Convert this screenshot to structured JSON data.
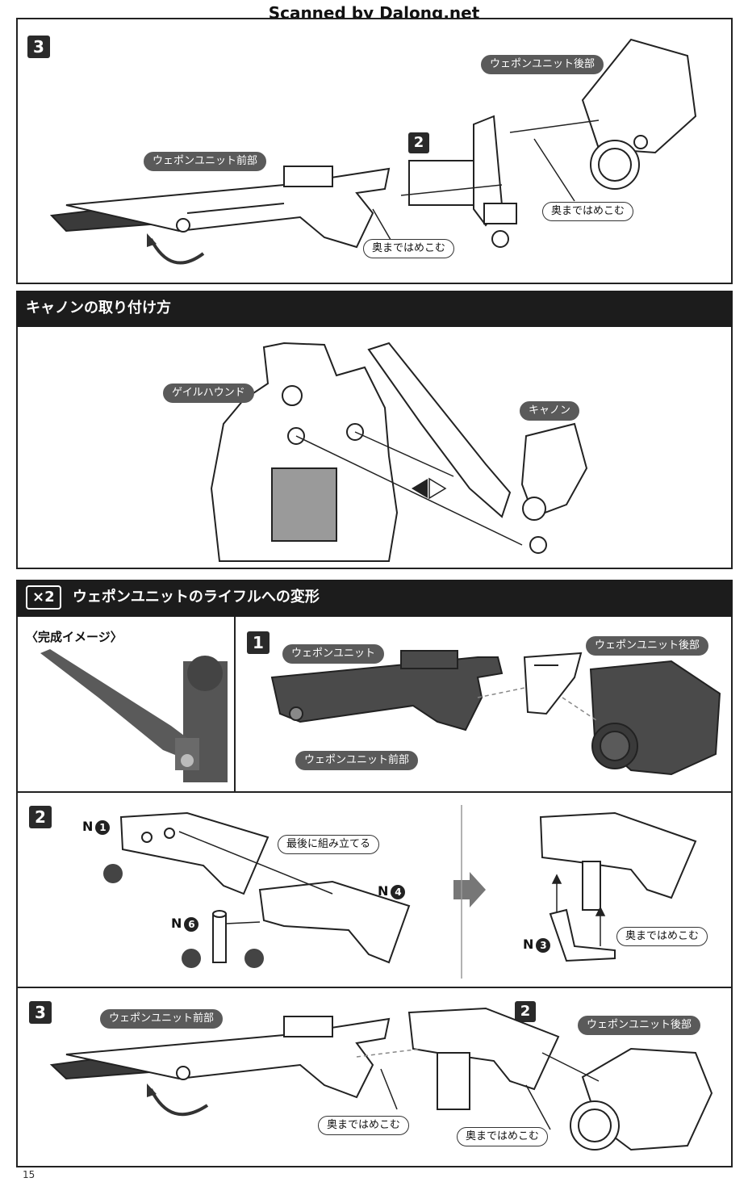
{
  "watermark": "Scanned by Dalong.net",
  "page_number": "15",
  "section_top": {
    "step": "3",
    "sub_step": "2",
    "label_rear": "ウェポンユニット後部",
    "label_front": "ウェポンユニット前部",
    "press_1": "奥まではめこむ",
    "press_2": "奥まではめこむ"
  },
  "cannon_section": {
    "title": "キャノンの取り付け方",
    "label_body": "ゲイルハウンド",
    "label_cannon": "キャノン"
  },
  "rifle_section": {
    "badge": "×2",
    "title": "ウェポンユニットのライフルへの変形",
    "completed_image": "〈完成イメージ〉",
    "step1": {
      "step": "1",
      "label_unit": "ウェポンユニット",
      "label_rear": "ウェポンユニット後部",
      "label_front": "ウェポンユニット前部"
    },
    "step2": {
      "step": "2",
      "part_n1": "N",
      "part_n1_num": "1",
      "part_n4": "N",
      "part_n4_num": "4",
      "part_n6": "N",
      "part_n6_num": "6",
      "part_n3": "N",
      "part_n3_num": "3",
      "assemble_last": "最後に組み立てる",
      "press": "奥まではめこむ"
    },
    "step3": {
      "step": "3",
      "sub_step": "2",
      "label_front": "ウェポンユニット前部",
      "label_rear": "ウェポンユニット後部",
      "press_1": "奥まではめこむ",
      "press_2": "奥まではめこむ"
    }
  }
}
